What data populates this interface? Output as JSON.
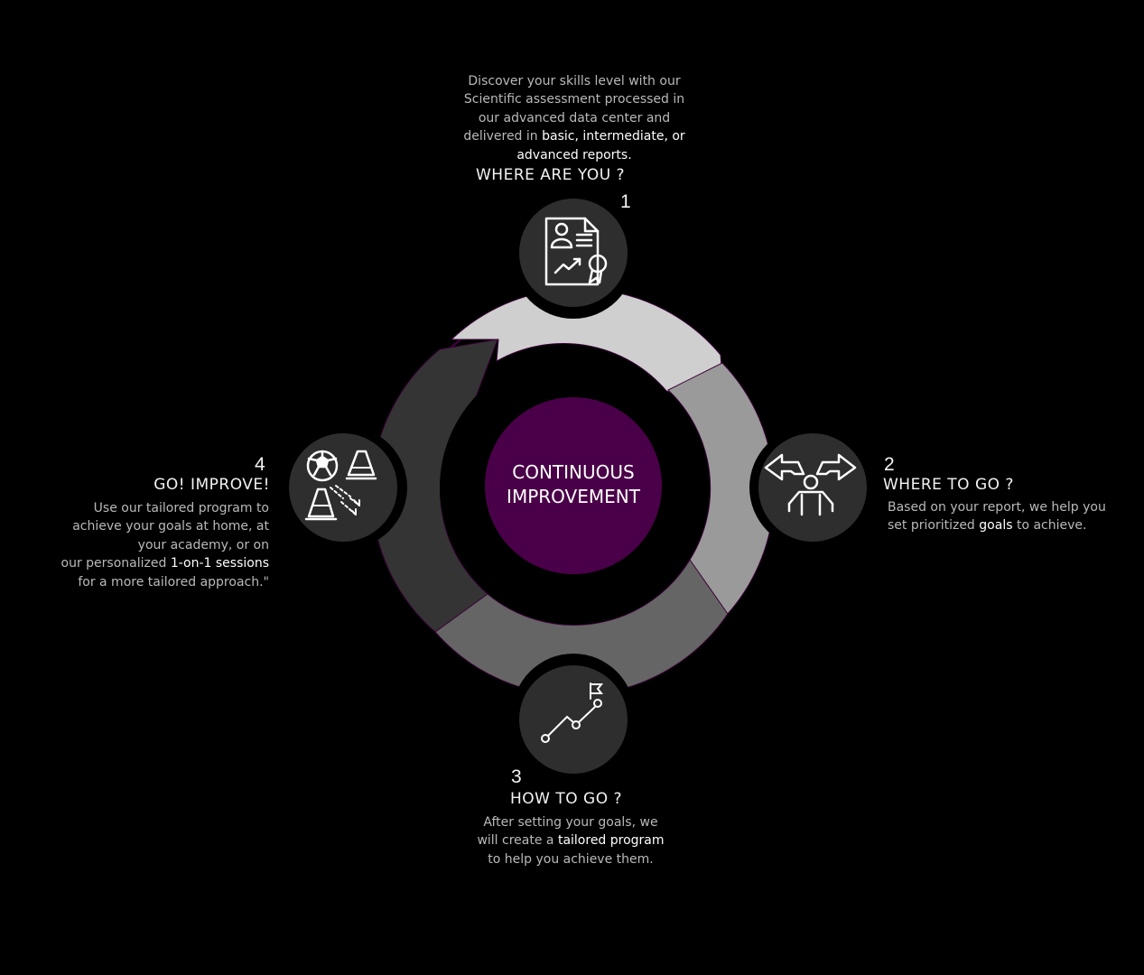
{
  "center": {
    "line1": "CONTINUOUS",
    "line2": "IMPROVEMENT"
  },
  "colors": {
    "accent": "#4a0048",
    "background": "#000000",
    "step_circle": "#2e2e2e"
  },
  "steps": [
    {
      "number": "1",
      "title": "WHERE ARE YOU ?",
      "icon": "assessment-report-icon",
      "description": {
        "line1": "Discover your skills level with our",
        "line2": "Scientific assessment processed in",
        "line3": "our advanced data center and",
        "line4_plain": "delivered in ",
        "line4_highlight": "basic, intermediate, or",
        "line5_highlight": "advanced reports."
      }
    },
    {
      "number": "2",
      "title": "WHERE TO GO ?",
      "icon": "crossroads-decision-icon",
      "description": {
        "line1": "Based on your report, we help you",
        "line2_plain_a": "set prioritized ",
        "line2_highlight": "goals",
        "line2_plain_b": " to achieve."
      }
    },
    {
      "number": "3",
      "title": "HOW TO GO ?",
      "icon": "path-to-flag-icon",
      "description": {
        "line1": "After setting your goals, we",
        "line2_plain": "will create a ",
        "line2_highlight": "tailored program",
        "line3": "to help you achieve them."
      }
    },
    {
      "number": "4",
      "title": "GO! IMPROVE!",
      "icon": "soccer-training-drill-icon",
      "description": {
        "line1": "Use our tailored program to",
        "line2": "achieve your goals at home, at",
        "line3": "your academy, or on",
        "line4_plain": "our personalized ",
        "line4_highlight": "1-on-1 sessions",
        "line5": "for a more tailored approach.\""
      }
    }
  ]
}
